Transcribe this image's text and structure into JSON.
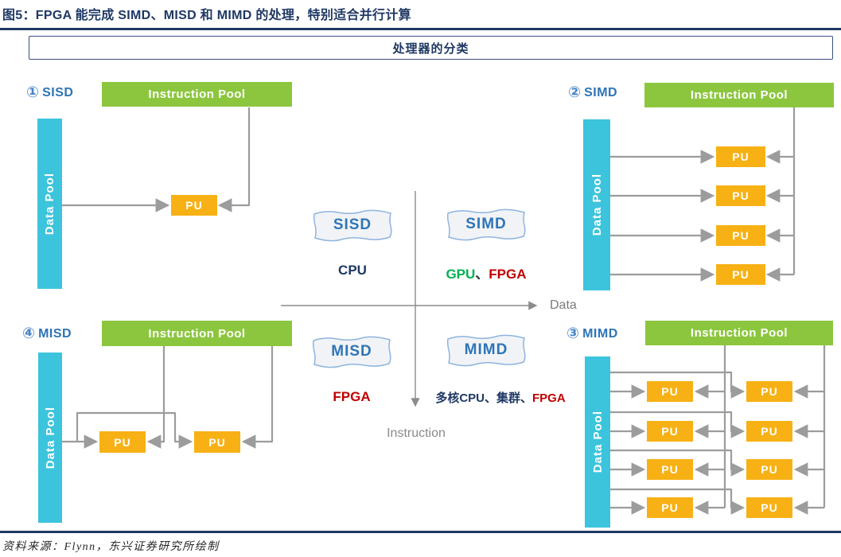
{
  "figure": {
    "title": "图5：FPGA 能完成 SIMD、MISD 和 MIMD 的处理，特别适合并行计算",
    "header": "处理器的分类",
    "source": "资料来源：Flynn，东兴证券研究所绘制"
  },
  "shared": {
    "instruction_pool_label": "Instruction Pool",
    "data_pool_label": "Data Pool",
    "pu_label": "PU"
  },
  "quadrants": {
    "sisd": {
      "number": "①",
      "name": "SISD",
      "pu_count": 1
    },
    "simd": {
      "number": "②",
      "name": "SIMD",
      "pu_count": 4
    },
    "mimd": {
      "number": "③",
      "name": "MIMD",
      "pu_count": 8
    },
    "misd": {
      "number": "④",
      "name": "MISD",
      "pu_count": 2
    }
  },
  "center": {
    "axes": {
      "x_label": "Data",
      "y_label": "Instruction"
    },
    "tags": {
      "sisd": "SISD",
      "simd": "SIMD",
      "misd": "MISD",
      "mimd": "MIMD"
    },
    "tech": {
      "sisd": [
        {
          "text": "CPU",
          "color": "#1F3864"
        }
      ],
      "simd": [
        {
          "text": "GPU",
          "color": "#00B050"
        },
        {
          "text": "、",
          "color": "#333333"
        },
        {
          "text": "FPGA",
          "color": "#C00000"
        }
      ],
      "misd": [
        {
          "text": "FPGA",
          "color": "#C00000"
        }
      ],
      "mimd": [
        {
          "text": "多核CPU、集群、",
          "color": "#1F3864"
        },
        {
          "text": "FPGA",
          "color": "#C00000"
        }
      ]
    }
  },
  "colors": {
    "title_navy": "#1F3864",
    "instruction_pool_green": "#8CC63E",
    "data_pool_cyan": "#3CC4DC",
    "pu_orange": "#F7B114",
    "arrow_gray": "#9C9C9C",
    "tag_border_blue": "#8FB4DE",
    "tag_fill": "#F1F3F6",
    "tag_text_blue": "#2E75B6",
    "quadrant_label_blue": "#2E74B5"
  }
}
